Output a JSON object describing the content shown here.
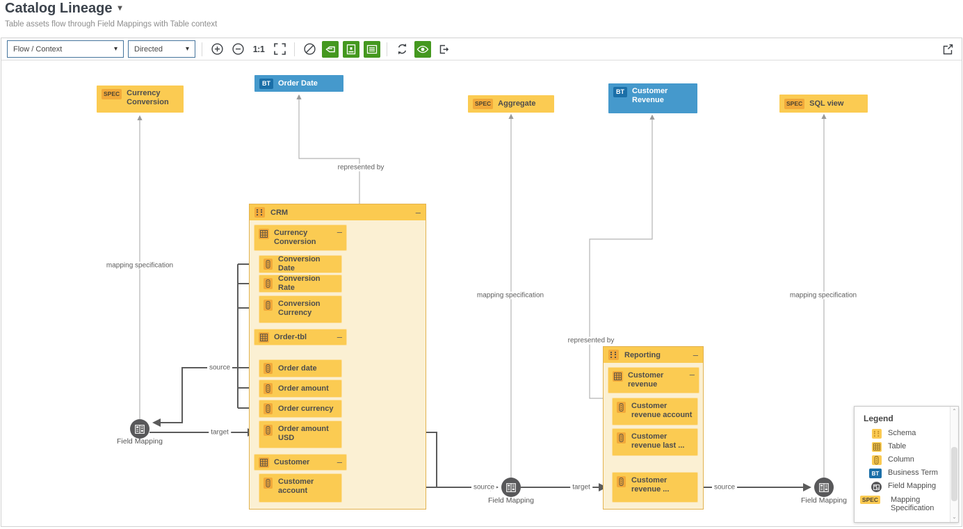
{
  "header": {
    "title": "Catalog Lineage",
    "subtitle": "Table assets flow through Field Mappings with Table context"
  },
  "toolbar": {
    "view_mode": "Flow / Context",
    "direction": "Directed",
    "actual_size_label": "1:1"
  },
  "diagram": {
    "collapse_glyph": "–",
    "spec_badge": "SPEC",
    "bt_badge": "BT",
    "field_mapping_label": "Field Mapping",
    "edge_labels": {
      "represented_by": "represented by",
      "mapping_specification": "mapping specification",
      "source": "source",
      "target": "target"
    },
    "standalone_nodes": [
      {
        "type": "spec",
        "label": "Currency Conversion"
      },
      {
        "type": "bt",
        "label": "Order Date"
      },
      {
        "type": "spec",
        "label": "Aggregate"
      },
      {
        "type": "bt",
        "label": "Customer Revenue"
      },
      {
        "type": "spec",
        "label": "SQL view"
      }
    ],
    "groups": [
      {
        "name": "CRM",
        "tables": [
          {
            "name": "Currency Conversion",
            "columns": [
              "Conversion Date",
              "Conversion Rate",
              "Conversion Currency"
            ]
          },
          {
            "name": "Order-tbl",
            "columns": [
              "Order date",
              "Order amount",
              "Order currency",
              "Order amount USD"
            ]
          },
          {
            "name": "Customer",
            "columns": [
              "Customer account"
            ]
          }
        ]
      },
      {
        "name": "Reporting",
        "tables": [
          {
            "name": "Customer revenue",
            "columns": [
              "Customer revenue account",
              "Customer revenue last ...",
              "Customer revenue ..."
            ]
          }
        ]
      }
    ]
  },
  "legend": {
    "title": "Legend",
    "spec_badge": "SPEC",
    "bt_badge": "BT",
    "items": [
      {
        "icon": "schema-icon",
        "label": "Schema"
      },
      {
        "icon": "table-icon",
        "label": "Table"
      },
      {
        "icon": "column-icon",
        "label": "Column"
      },
      {
        "icon": "business-term-icon",
        "label": "Business Term"
      },
      {
        "icon": "field-mapping-icon",
        "label": "Field Mapping"
      },
      {
        "icon": "mapping-specification-icon",
        "label": "Mapping Specification"
      }
    ]
  },
  "colors": {
    "node_yellow": "#fbcb52",
    "group_body": "#fbf0d3",
    "badge_orange": "#f1a93a",
    "business_term_blue": "#4599cc",
    "business_term_badge_blue": "#1b6fa8",
    "toolbar_green": "#44981f",
    "field_mapping_gray": "#58585a",
    "edge_dark": "#5b5b5b",
    "edge_light": "#b3b3b3"
  }
}
